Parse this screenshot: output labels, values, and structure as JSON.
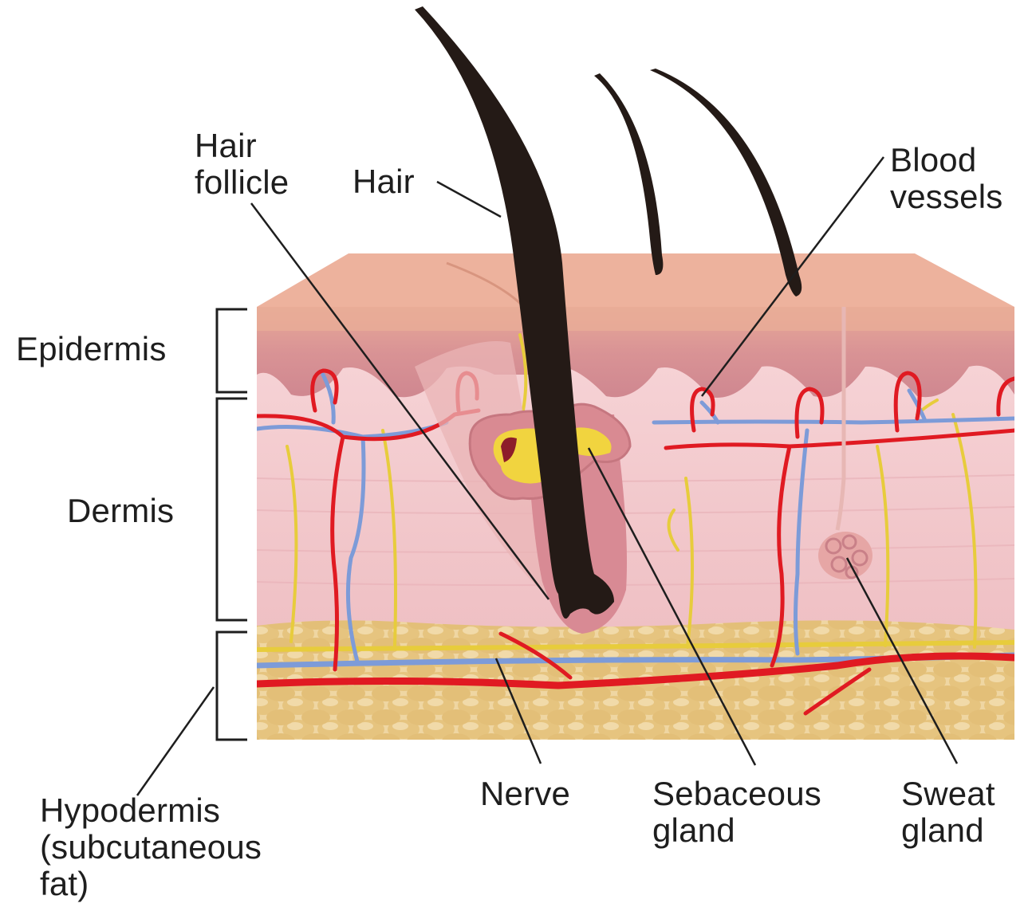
{
  "diagram": {
    "colors": {
      "epidermis": "#d6908e",
      "dermis": "#f1c6c9",
      "hypodermis": "#ebd09a",
      "artery": "#e01a22",
      "vein": "#7d9bd8",
      "nerve": "#e7cc3c",
      "hair": "#241a16",
      "leader": "#1e1e1e"
    },
    "labels": {
      "hair_follicle_line1": "Hair",
      "hair_follicle_line2": "follicle",
      "hair": "Hair",
      "blood_vessels_line1": "Blood",
      "blood_vessels_line2": "vessels",
      "epidermis": "Epidermis",
      "dermis": "Dermis",
      "hypodermis_line1": "Hypodermis",
      "hypodermis_line2": "(subcutaneous",
      "hypodermis_line3": "fat)",
      "nerve": "Nerve",
      "sebaceous_line1": "Sebaceous",
      "sebaceous_line2": "gland",
      "sweat_line1": "Sweat",
      "sweat_line2": "gland"
    }
  }
}
